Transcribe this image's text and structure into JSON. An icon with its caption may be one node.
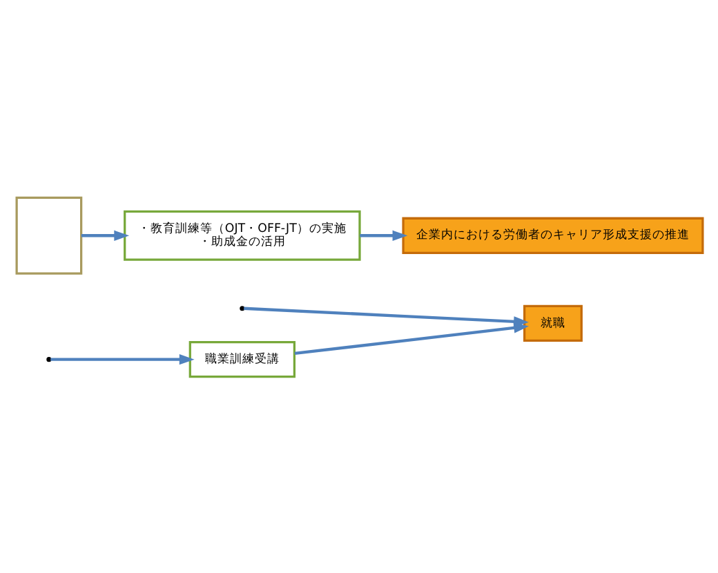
{
  "diagram": {
    "nodes": [
      {
        "text": [
          "職業訓練受講"
        ]
      },
      {
        "text": [
          "就職"
        ]
      },
      {
        "text": [],
        "shape": "box"
      },
      {
        "text": [
          "・教育訓練等（OJT・OFF-JT）の実施",
          "・助成金の活用"
        ]
      },
      {
        "text": [
          "企業内における労働者のキャリア形成支援の推進"
        ]
      }
    ],
    "edges": [
      {
        "from": null,
        "to": 0,
        "arrow": "to"
      },
      {
        "from": null,
        "to": 1,
        "arrow": "to"
      },
      {
        "from": 0,
        "to": 1,
        "arrow": "to"
      },
      {
        "from": 2,
        "to": 3,
        "arrow": "to"
      },
      {
        "from": 3,
        "to": 4,
        "arrow": "to"
      }
    ]
  }
}
